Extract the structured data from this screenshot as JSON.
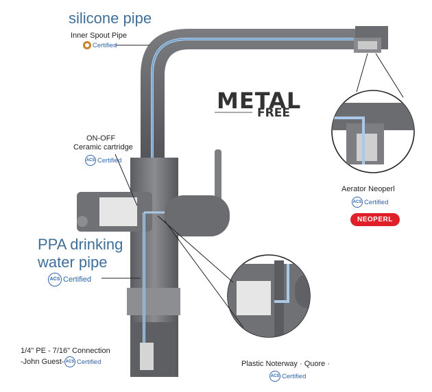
{
  "spout_pipe": {
    "title": "silicone pipe",
    "caption": "Inner Spout Pipe",
    "cert": "Certified"
  },
  "metal_free": {
    "word1": "METAL",
    "word2": "FREE"
  },
  "cartridge": {
    "line1": "ON-OFF",
    "line2": "Ceramic cartridge",
    "acs": "ACS",
    "cert": "Certified"
  },
  "ppa_pipe": {
    "line1": "PPA drinking",
    "line2": "water pipe",
    "acs": "ACS",
    "cert": "Certified"
  },
  "connection": {
    "line1": "1/4\" PE - 7/16\" Connection",
    "line2": "-John Guest-",
    "acs": "ACS",
    "cert": "Certified"
  },
  "aerator": {
    "caption": "Aerator Neoperl",
    "acs": "ACS",
    "cert": "Certified",
    "brand": "NEOPERL"
  },
  "waterway": {
    "caption": "Plastic Noterway   · Quore ·",
    "acs": "ACS",
    "cert": "Certified"
  },
  "colors": {
    "accent": "#3f6f99",
    "cert_blue": "#2e63a8",
    "brand_red": "#e02028",
    "body_gray": "#6b6d70"
  }
}
